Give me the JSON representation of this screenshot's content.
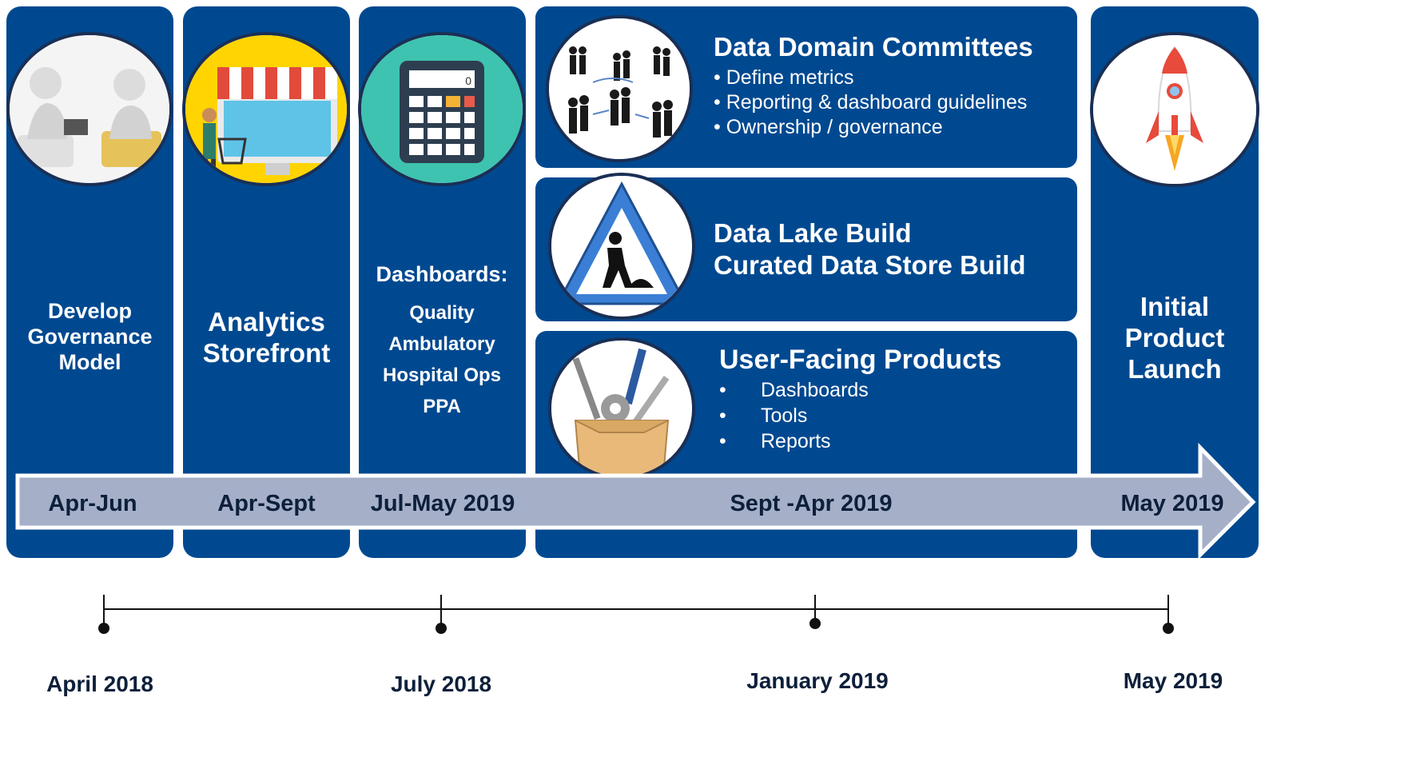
{
  "columns": [
    {
      "id": "governance",
      "lines": [
        "Develop",
        "Governance",
        "Model"
      ],
      "period": "Apr-Jun",
      "icon": "meeting-people-icon"
    },
    {
      "id": "storefront",
      "lines": [
        "Analytics",
        "Storefront"
      ],
      "period": "Apr-Sept",
      "icon": "storefront-shop-icon"
    },
    {
      "id": "dashboards",
      "heading": "Dashboards:",
      "lines": [
        "Quality",
        "Ambulatory",
        "Hospital Ops",
        "PPA"
      ],
      "period": "Jul-May 2019",
      "icon": "calculator-icon"
    },
    {
      "id": "launch",
      "lines": [
        "Initial",
        "Product",
        "Launch"
      ],
      "period": "May 2019",
      "icon": "rocket-icon"
    }
  ],
  "panels": {
    "committees": {
      "title": "Data Domain Committees",
      "items": [
        "Define metrics",
        "Reporting & dashboard guidelines",
        "Ownership / governance"
      ],
      "bullet": "•",
      "icon": "people-network-icon"
    },
    "data_lake": {
      "title_lines": [
        "Data Lake Build",
        "Curated Data Store Build"
      ],
      "icon": "construction-sign-icon"
    },
    "products": {
      "title": "User-Facing Products",
      "items": [
        "Dashboards",
        "Tools",
        "Reports"
      ],
      "bullet": "•",
      "icon": "toolbox-icon"
    },
    "period": "Sept -Apr 2019"
  },
  "timeline": {
    "dates": [
      "April 2018",
      "July 2018",
      "January 2019",
      "May 2019"
    ]
  },
  "colors": {
    "panel": "#004990",
    "arrow": "#a5afc8",
    "arrow_text": "#0d1f3a"
  }
}
